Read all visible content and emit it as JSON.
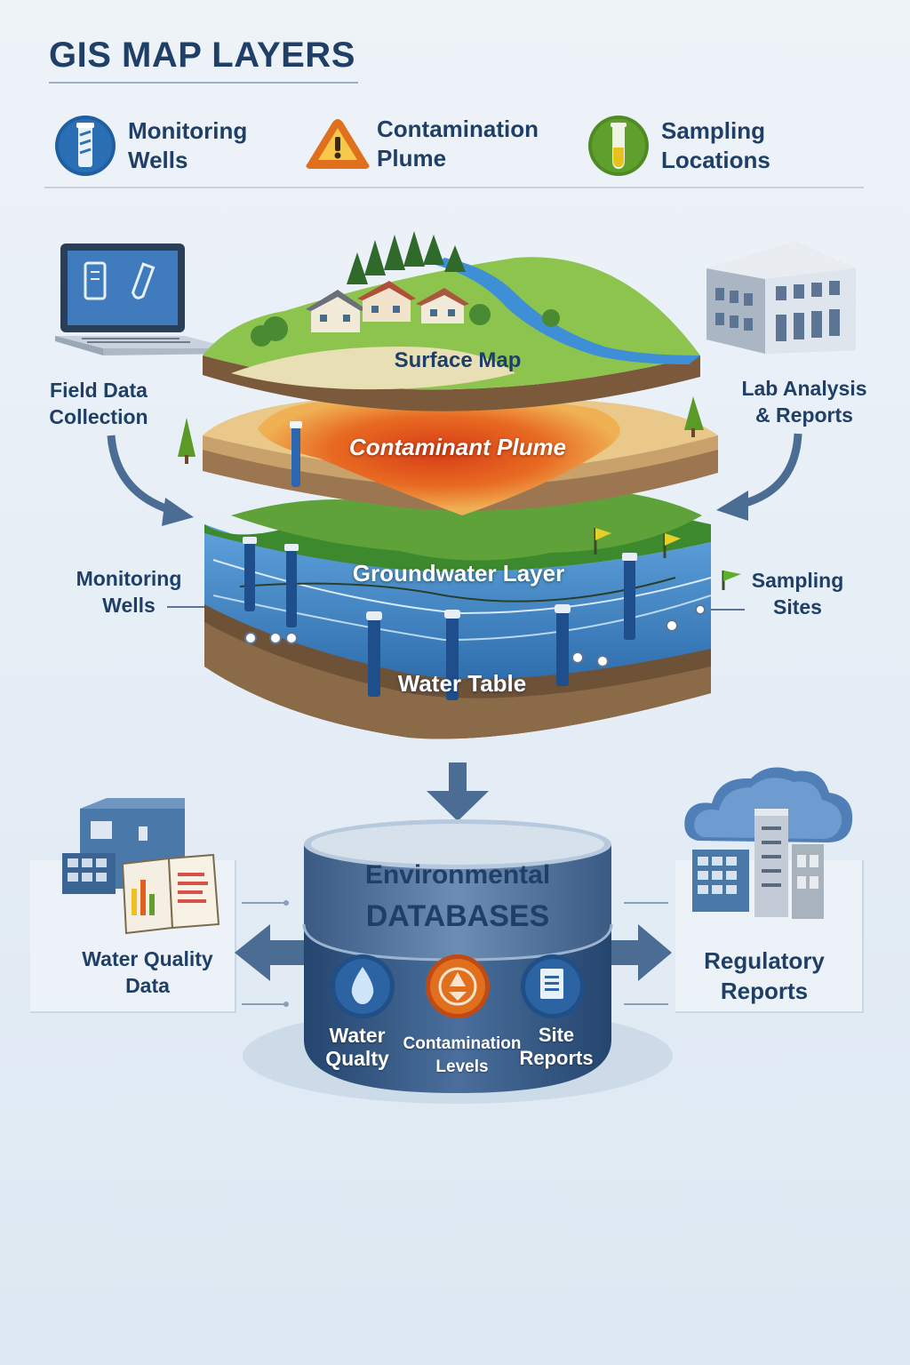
{
  "header": {
    "title": "GIS MAP LAYERS"
  },
  "legend": [
    {
      "label": "Monitoring\nWells",
      "icon": "monitoring-well-icon",
      "color": "#1f5fa0"
    },
    {
      "label": "Contamination\nPlume",
      "icon": "warning-icon",
      "color": "#e0701e"
    },
    {
      "label": "Sampling\nLocations",
      "icon": "test-tube-icon",
      "color": "#5a9a2a"
    }
  ],
  "layers": {
    "surface": "Surface Map",
    "plume": "Contaminant Plume",
    "groundwater": "Groundwater Layer",
    "water_table": "Water Table"
  },
  "side_labels": {
    "field_data": "Field Data\nCollection",
    "lab": "Lab Analysis\n& Reports",
    "wells": "Monitoring\nWells",
    "sampling": "Sampling\nSites"
  },
  "database": {
    "title_line1": "Environmental",
    "title_line2": "DATABASES",
    "items": [
      {
        "label": "Water\nQualty",
        "icon": "water-drop-icon"
      },
      {
        "label": "Contamination\nLevels",
        "icon": "hazard-icon"
      },
      {
        "label": "Site\nReports",
        "icon": "document-icon"
      }
    ]
  },
  "outputs": {
    "left": "Water Quality\nData",
    "right": "Regulatory\nReports"
  },
  "colors": {
    "navy": "#1f3f66",
    "surface_green": "#7cb342",
    "plume_orange": "#e0521e",
    "groundwater_blue": "#3f86c6",
    "database_steel": "#4a6a92"
  }
}
